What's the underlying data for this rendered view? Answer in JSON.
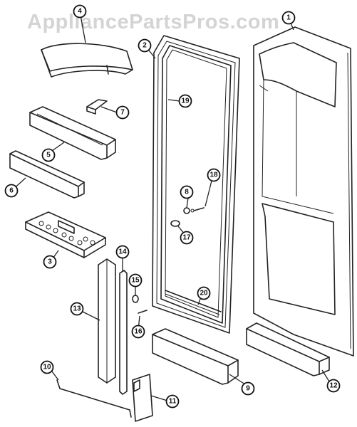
{
  "watermark": "AppliancePartsPros.com",
  "callouts": {
    "c1": "1",
    "c2": "2",
    "c3": "3",
    "c4": "4",
    "c5": "5",
    "c6": "6",
    "c7": "7",
    "c8": "8",
    "c9": "9",
    "c10": "10",
    "c11": "11",
    "c12": "12",
    "c13": "13",
    "c14": "14",
    "c15": "15",
    "c16": "16",
    "c17": "17",
    "c18": "18",
    "c19": "19",
    "c20": "20"
  }
}
